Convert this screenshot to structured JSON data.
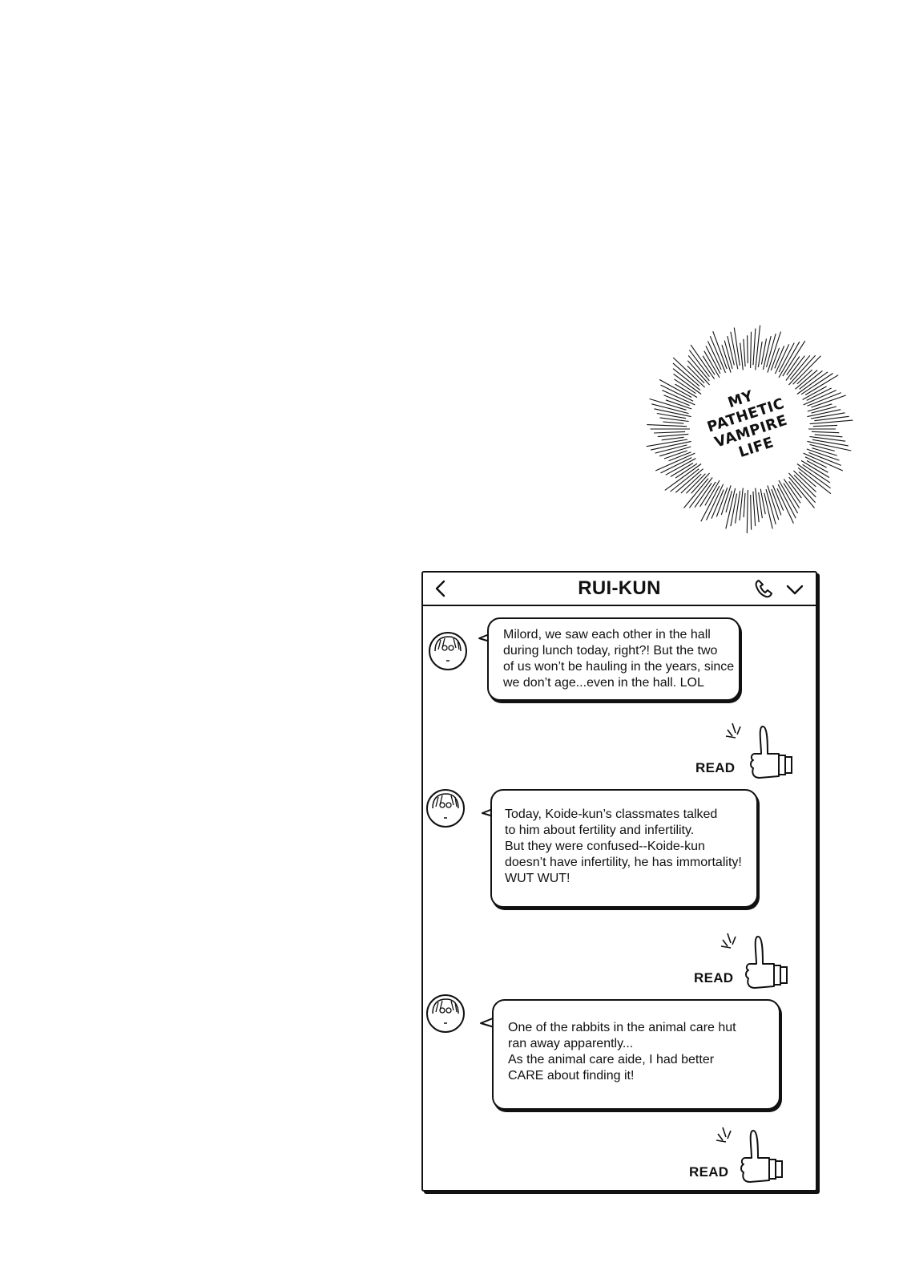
{
  "logo": {
    "lines": [
      "MY",
      "PATHETIC",
      "VAMPIRE",
      "LIFE"
    ]
  },
  "chat": {
    "title": "RUI-KUN",
    "back_icon": "chevron-left-icon",
    "call_icon": "phone-icon",
    "menu_icon": "chevron-down-icon",
    "messages": [
      {
        "text": "Milord, we saw each other in the hall\nduring lunch today, right?!  But the two\nof us won’t be hauling in the years, since\nwe don’t age...even in the hall. LOL",
        "status": "READ"
      },
      {
        "text": "Today, Koide-kun’s classmates talked\nto him about fertility and infertility.\nBut they were confused--Koide-kun\ndoesn’t have infertility, he has immortality!\nWUT WUT!",
        "status": "READ"
      },
      {
        "text": "One of the rabbits in the animal care hut\nran away apparently...\nAs the animal care aide, I had better\nCARE about finding it!",
        "status": "READ"
      }
    ]
  }
}
